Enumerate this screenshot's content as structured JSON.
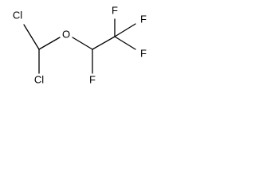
{
  "molecule": {
    "atoms": {
      "cl_top": "Cl",
      "cl_bottom": "Cl",
      "oxygen": "O",
      "f_lower": "F",
      "f_top": "F",
      "f_right": "F",
      "f_right_lower": "F"
    },
    "colors": {
      "bond": "#000000",
      "label": "#000000",
      "background": "#ffffff"
    }
  }
}
